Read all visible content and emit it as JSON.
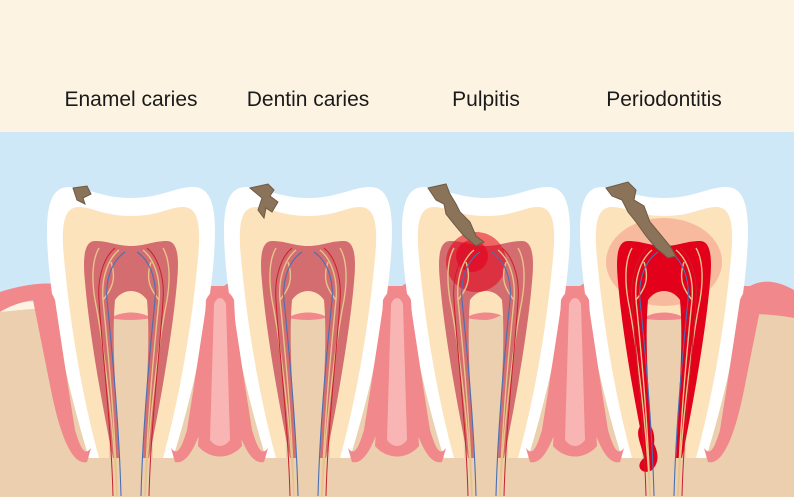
{
  "stages": [
    {
      "label": "Enamel caries"
    },
    {
      "label": "Dentin caries"
    },
    {
      "label": "Pulpitis"
    },
    {
      "label": "Periodontitis"
    }
  ],
  "colors": {
    "label_band": "#fdf3e3",
    "sky": "#cfe8f7",
    "bone": "#ebcfae",
    "gum": "#f1888b",
    "gum_light": "#f8b5b4",
    "enamel": "#ffffff",
    "dentin": "#fce3bb",
    "pulp": "#d36d6f",
    "inflamed": "#e3001b",
    "decay": "#8a7359",
    "nerve": "#e8c48a",
    "vein": "#4a6fb5",
    "artery": "#c8202a"
  },
  "icons": [
    "tooth-icon",
    "decay-cavity-icon",
    "nerve-bundle-icon",
    "abscess-icon"
  ]
}
